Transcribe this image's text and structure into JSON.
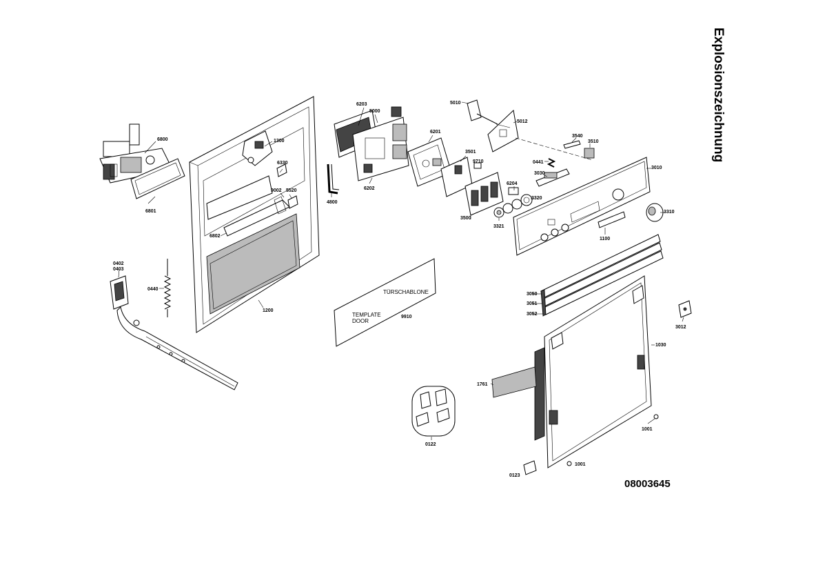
{
  "title": "Explosionszeichnung",
  "document_number": "08003645",
  "template": {
    "line1": "TÜRSCHABLONE",
    "line2": "TEMPLATE",
    "line3": "DOOR",
    "number": "9910"
  },
  "labels": {
    "p6800": "6800",
    "p6801": "6801",
    "p1300": "1300",
    "p6330": "6330",
    "p9002": "9002",
    "p5520": "5520",
    "p6802": "6802",
    "p1200": "1200",
    "p0402": "0402",
    "p0403": "0403",
    "p0440": "0440",
    "p6203": "6203",
    "p5000": "5000",
    "p6202": "6202",
    "p4800": "4800",
    "p6201": "6201",
    "p3501": "3501",
    "p9710": "9710",
    "p3500": "3500",
    "p3321": "3321",
    "p6204": "6204",
    "p3320": "3320",
    "p5010": "5010",
    "p5012": "5012",
    "p0441": "0441",
    "p3030": "3030",
    "p3540": "3540",
    "p3510": "3510",
    "p3010": "3010",
    "p3310": "3310",
    "p1100": "1100",
    "p3050": "3050",
    "p3051": "3051",
    "p3052": "3052",
    "p3012": "3012",
    "p1030": "1030",
    "p1761": "1761",
    "p1001a": "1001",
    "p1001b": "1001",
    "p0122": "0122",
    "p0123": "0123"
  }
}
